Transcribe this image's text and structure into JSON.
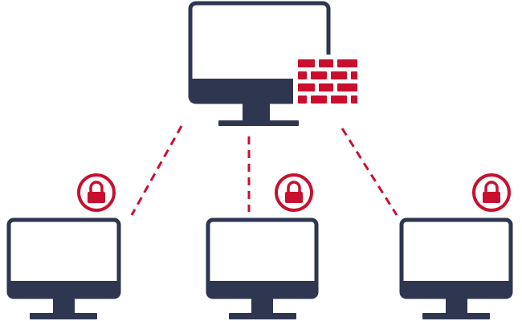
{
  "diagram": {
    "description_nodes": {
      "server": {
        "icon": "monitor-icon",
        "badge_icon": "firewall-brick-icon"
      },
      "clients": [
        {
          "icon": "monitor-icon",
          "badge_icon": "padlock-icon"
        },
        {
          "icon": "monitor-icon",
          "badge_icon": "padlock-icon"
        },
        {
          "icon": "monitor-icon",
          "badge_icon": "padlock-icon"
        }
      ]
    },
    "connections": [
      {
        "from": "server",
        "to": "client-1",
        "style": "dashed"
      },
      {
        "from": "server",
        "to": "client-2",
        "style": "dashed"
      },
      {
        "from": "server",
        "to": "client-3",
        "style": "dashed"
      }
    ]
  },
  "colors": {
    "navy": "#2e3650",
    "red": "#c8102e",
    "screen": "#ffffff"
  }
}
